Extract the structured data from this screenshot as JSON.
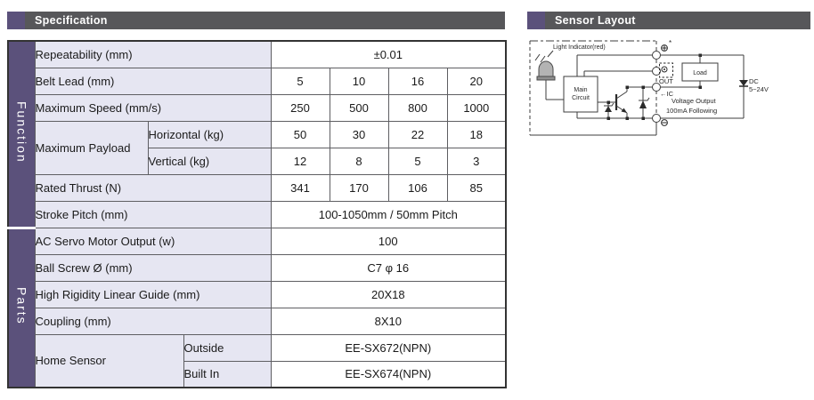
{
  "headers": {
    "specification": "Specification",
    "sensor_layout": "Sensor Layout"
  },
  "colors": {
    "accent_purple": "#5b517b",
    "header_gray": "#57575a",
    "label_cell_bg": "#e6e6f2"
  },
  "spec_table": {
    "section_function": "Function",
    "section_parts": "Parts",
    "rows": [
      {
        "label": "Repeatability (mm)",
        "value": "±0.01"
      },
      {
        "label": "Belt Lead (mm)",
        "values": [
          "5",
          "10",
          "16",
          "20"
        ]
      },
      {
        "label": "Maximum Speed (mm/s)",
        "values": [
          "250",
          "500",
          "800",
          "1000"
        ]
      },
      {
        "label": "Maximum Payload",
        "sub": "Horizontal (kg)",
        "values": [
          "50",
          "30",
          "22",
          "18"
        ]
      },
      {
        "sub": "Vertical (kg)",
        "values": [
          "12",
          "8",
          "5",
          "3"
        ]
      },
      {
        "label": "Rated Thrust (N)",
        "values": [
          "341",
          "170",
          "106",
          "85"
        ]
      },
      {
        "label": "Stroke Pitch (mm)",
        "value": "100-1050mm / 50mm Pitch"
      },
      {
        "label": "AC Servo Motor Output (w)",
        "value": "100"
      },
      {
        "label": "Ball Screw Ø (mm)",
        "value": "C7 φ 16"
      },
      {
        "label": "High Rigidity Linear Guide (mm)",
        "value": "20X18"
      },
      {
        "label": "Coupling (mm)",
        "value": "8X10"
      },
      {
        "label": "Home Sensor",
        "sub": "Outside",
        "value": "EE-SX672(NPN)"
      },
      {
        "sub": "Built In",
        "value": "EE-SX674(NPN)"
      }
    ]
  },
  "sensor_diagram": {
    "light_indicator_label": "Light Indicator(red)",
    "main_circuit_line1": "Main",
    "main_circuit_line2": "Circuit",
    "load_label": "Load",
    "terminal_plus_note": "*",
    "terminal_out_label": "OUT",
    "terminal_ic_label": "←IC",
    "dc_line1": "DC",
    "dc_line2": "5~24V",
    "output_note_line1": "Voltage Output",
    "output_note_line2": "100mA Following"
  }
}
